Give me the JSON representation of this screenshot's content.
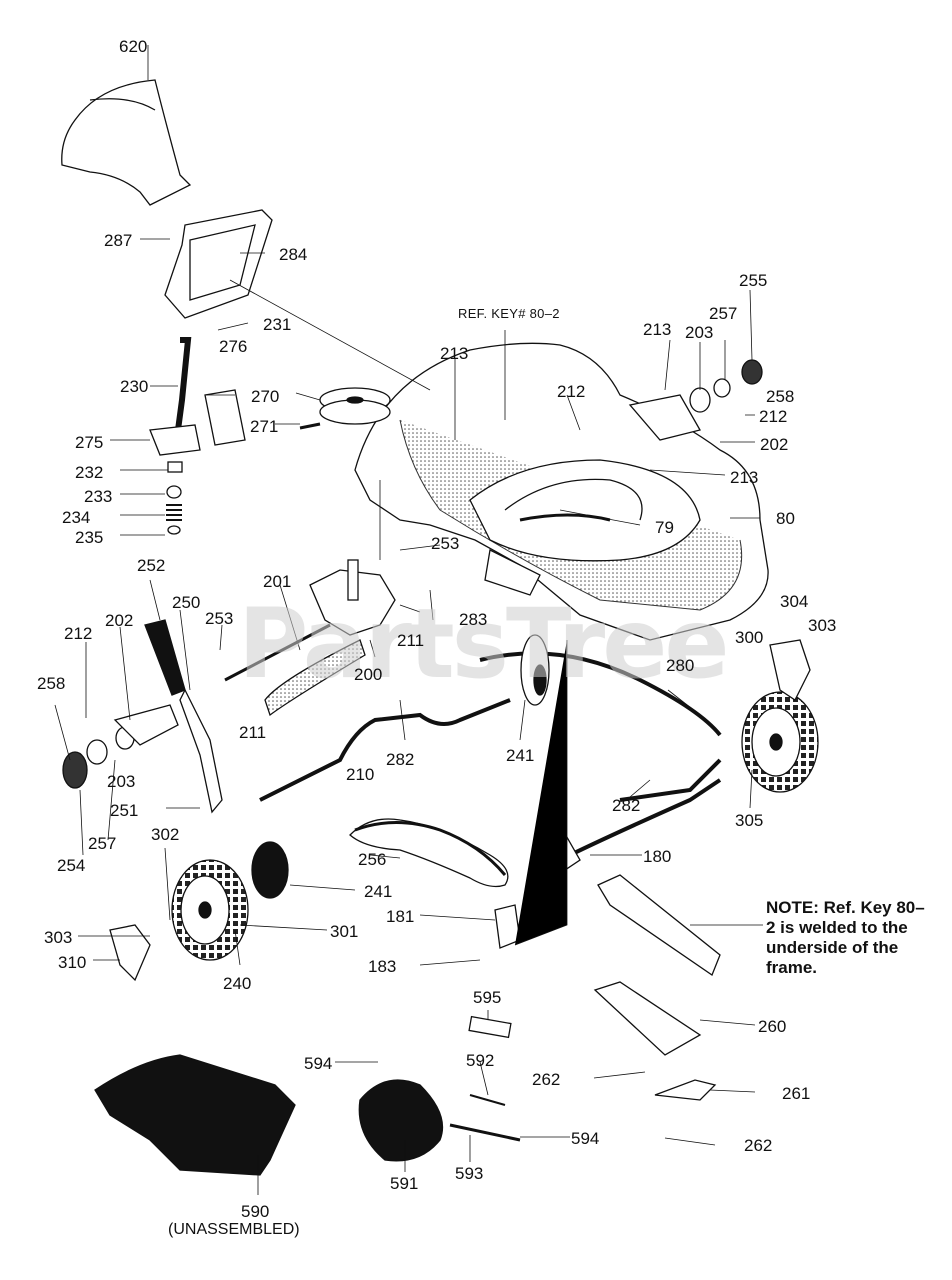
{
  "watermark": "PartsTree",
  "reference_key": "REF. KEY# 80–2",
  "note": "NOTE: Ref. Key 80–2 is welded to the underside of the frame.",
  "unassembled_label": "(UNASSEMBLED)",
  "part_labels": {
    "620": "620",
    "287": "287",
    "284": "284",
    "231": "231",
    "276": "276",
    "270": "270",
    "271": "271",
    "230": "230",
    "275": "275",
    "232": "232",
    "233": "233",
    "234": "234",
    "235": "235",
    "213a": "213",
    "213b": "213",
    "213c": "213",
    "203a": "203",
    "203b": "203",
    "255": "255",
    "257a": "257",
    "257b": "257",
    "258a": "258",
    "258b": "258",
    "212a": "212",
    "212b": "212",
    "212c": "212",
    "202a": "202",
    "202b": "202",
    "80": "80",
    "79": "79",
    "253a": "253",
    "253b": "253",
    "201": "201",
    "252": "252",
    "250": "250",
    "283": "283",
    "211a": "211",
    "211b": "211",
    "200": "200",
    "304": "304",
    "303a": "303",
    "303b": "303",
    "300": "300",
    "280": "280",
    "282a": "282",
    "282b": "282",
    "241a": "241",
    "241b": "241",
    "210": "210",
    "254": "254",
    "251": "251",
    "305": "305",
    "302": "302",
    "256": "256",
    "180": "180",
    "301": "301",
    "310": "310",
    "240": "240",
    "181": "181",
    "183": "183",
    "595": "595",
    "260": "260",
    "594a": "594",
    "594b": "594",
    "592": "592",
    "262a": "262",
    "262b": "262",
    "261": "261",
    "593": "593",
    "591": "591",
    "590": "590"
  }
}
